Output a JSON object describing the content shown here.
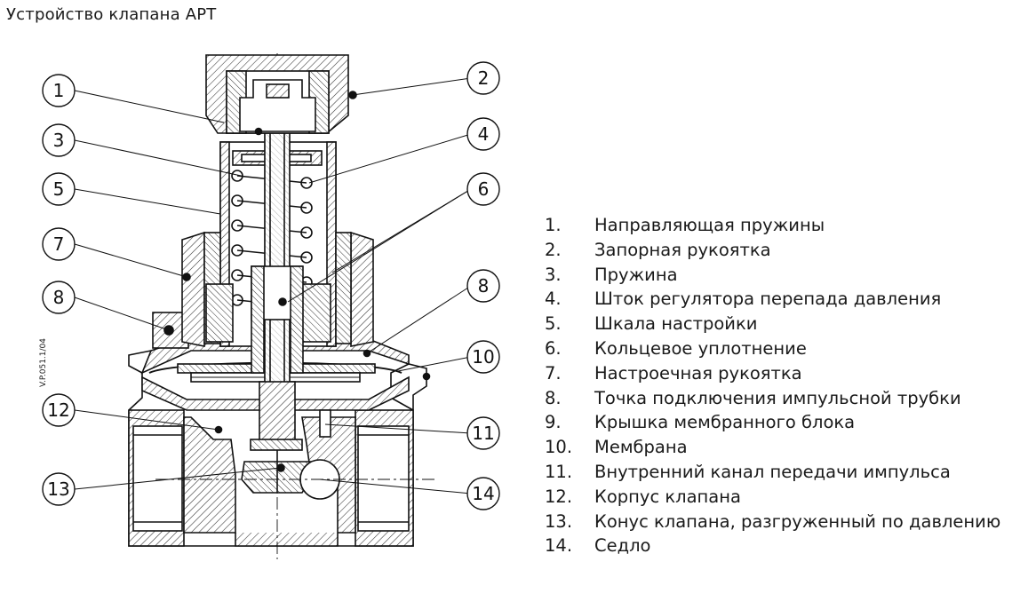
{
  "title": "Устройство клапана APT",
  "drawing_code": "V.P.051.1/04",
  "callouts": [
    "1",
    "2",
    "3",
    "4",
    "5",
    "6",
    "7",
    "8",
    "8",
    "10",
    "11",
    "12",
    "13",
    "14"
  ],
  "legend": [
    {
      "num": "1.",
      "text": "Направляющая пружины"
    },
    {
      "num": "2.",
      "text": "Запорная рукоятка"
    },
    {
      "num": "3.",
      "text": "Пружина"
    },
    {
      "num": "4.",
      "text": "Шток регулятора перепада давления"
    },
    {
      "num": "5.",
      "text": "Шкала настройки"
    },
    {
      "num": "6.",
      "text": "Кольцевое уплотнение"
    },
    {
      "num": "7.",
      "text": "Настроечная рукоятка"
    },
    {
      "num": "8.",
      "text": "Точка подключения импульсной трубки"
    },
    {
      "num": "9.",
      "text": "Крышка мембранного блока"
    },
    {
      "num": "10.",
      "text": "Мембрана"
    },
    {
      "num": "11.",
      "text": "Внутренний канал передачи импульса"
    },
    {
      "num": "12.",
      "text": "Корпус клапана"
    },
    {
      "num": "13.",
      "text": "Конус клапана, разгруженный по давлению"
    },
    {
      "num": "14.",
      "text": "Седло"
    }
  ]
}
